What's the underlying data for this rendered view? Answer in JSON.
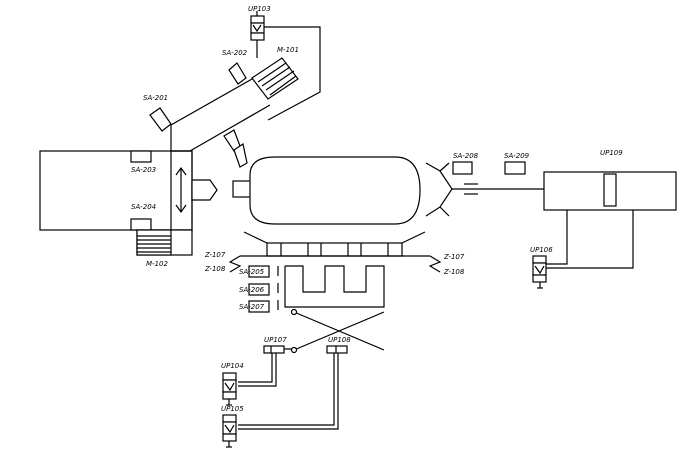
{
  "labels": {
    "up103": "UP103",
    "sa202": "SA-202",
    "m101": "M-101",
    "sa201": "SA-201",
    "sa203": "SA-203",
    "sa204": "SA-204",
    "m102": "M-102",
    "sa208": "SA-208",
    "sa209": "SA-209",
    "up109": "UP109",
    "up106": "UP106",
    "z107_left": "Z-107",
    "z108_left": "Z-108",
    "z107_right": "Z-107",
    "z108_right": "Z-108",
    "sa205": "SA-205",
    "sa206": "SA-206",
    "sa207": "SA-207",
    "up107": "UP107",
    "up108": "UP108",
    "up104": "UP104",
    "up105": "UP105"
  }
}
